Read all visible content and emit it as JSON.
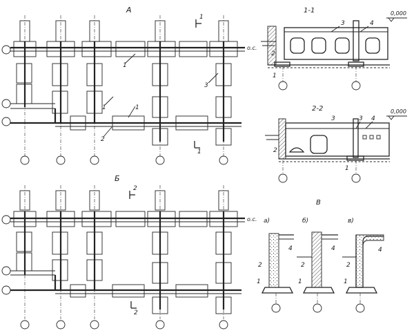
{
  "plan_a": {
    "title": "А",
    "section_mark": "1",
    "section_mark_bottom": "1",
    "label_os": "о.с.",
    "callouts": [
      "1",
      "1",
      "1",
      "2",
      "3"
    ]
  },
  "plan_b": {
    "title": "Б",
    "section_mark": "2",
    "section_mark_bottom": "2",
    "label_os": "о.с."
  },
  "section_1": {
    "title": "1-1",
    "level": "0,000",
    "callouts": [
      "1",
      "2",
      "3",
      "4"
    ]
  },
  "section_2": {
    "title": "2-2",
    "level": "0,000",
    "callouts": [
      "1",
      "2",
      "3",
      "3",
      "4"
    ]
  },
  "details": {
    "title": "В",
    "variants": [
      "а)",
      "б)",
      "в)"
    ],
    "callouts_a": [
      "1",
      "2",
      "4"
    ],
    "callouts_b": [
      "1",
      "2",
      "4"
    ],
    "callouts_c": [
      "1",
      "2",
      "4"
    ]
  }
}
